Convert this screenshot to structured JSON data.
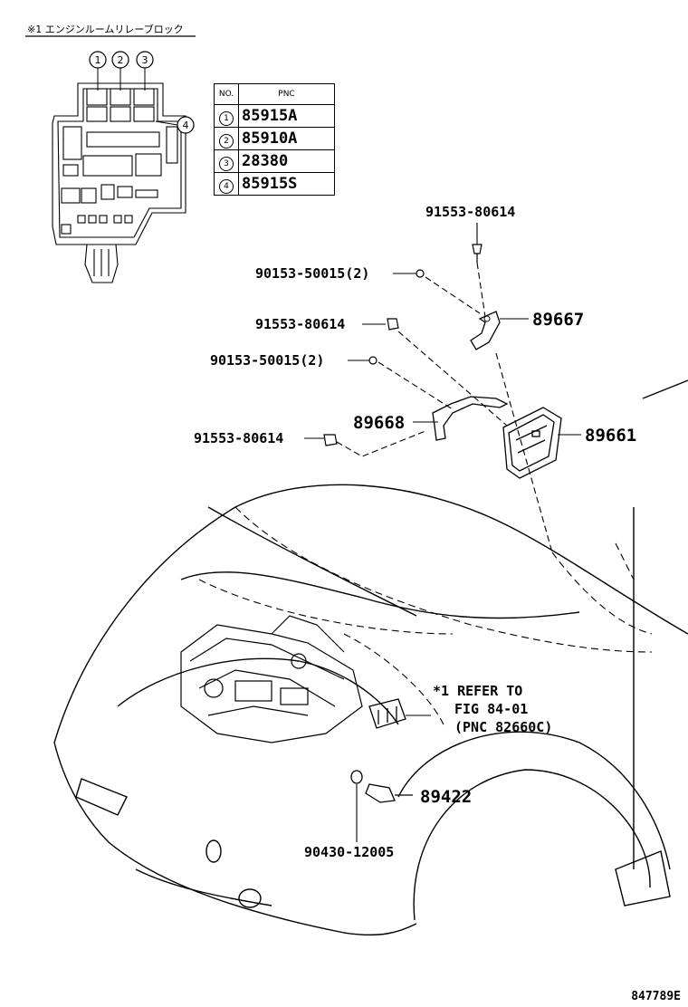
{
  "header": {
    "note": "※1 エンジンルームリレーブロック"
  },
  "relay_callouts": [
    "1",
    "2",
    "3",
    "4"
  ],
  "table": {
    "headers": [
      "NO.",
      "PNC"
    ],
    "rows": [
      {
        "no": "1",
        "pnc": "85915A"
      },
      {
        "no": "2",
        "pnc": "85910A"
      },
      {
        "no": "3",
        "pnc": "28380"
      },
      {
        "no": "4",
        "pnc": "85915S"
      }
    ]
  },
  "parts": {
    "bolt_top": "91553-80614",
    "screw_a": "90153-50015(2)",
    "bolt_mid": "91553-80614",
    "bracket_a": "89667",
    "screw_b": "90153-50015(2)",
    "bracket_b": "89668",
    "bolt_low": "91553-80614",
    "ecu": "89661",
    "sensor": "89422",
    "gasket": "90430-12005"
  },
  "refer": {
    "line1": "*1 REFER TO",
    "line2": "FIG 84-01",
    "line3": "(PNC 82660C)"
  },
  "diagram_id": "847789E"
}
